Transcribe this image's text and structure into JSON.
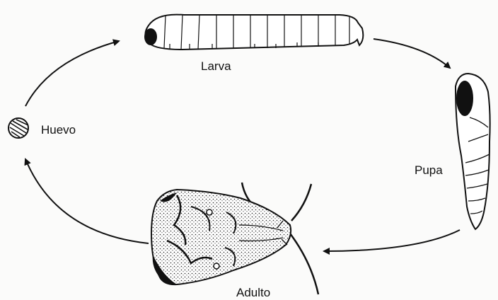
{
  "stages": {
    "larva": "Larva",
    "pupa": "Pupa",
    "adulto": "Adulto",
    "huevo": "Huevo"
  }
}
